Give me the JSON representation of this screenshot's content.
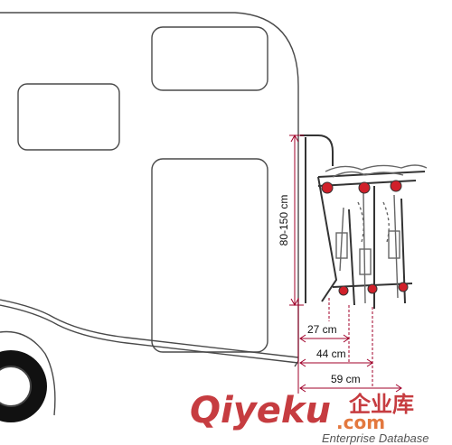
{
  "diagram": {
    "vertical_dimension": "80-150 cm",
    "horizontal_dimensions": [
      "27 cm",
      "44 cm",
      "59 cm"
    ]
  },
  "watermark": {
    "brand_latin": "Qiyeku",
    "brand_cn": "企业库",
    "domain": ".com",
    "tagline": "Enterprise Database"
  },
  "colors": {
    "line": "#4a4a4a",
    "dimension": "#a0002a",
    "accent_red": "#d0202a",
    "watermark_red": "#c0282c",
    "watermark_orange": "#e06a2a"
  }
}
